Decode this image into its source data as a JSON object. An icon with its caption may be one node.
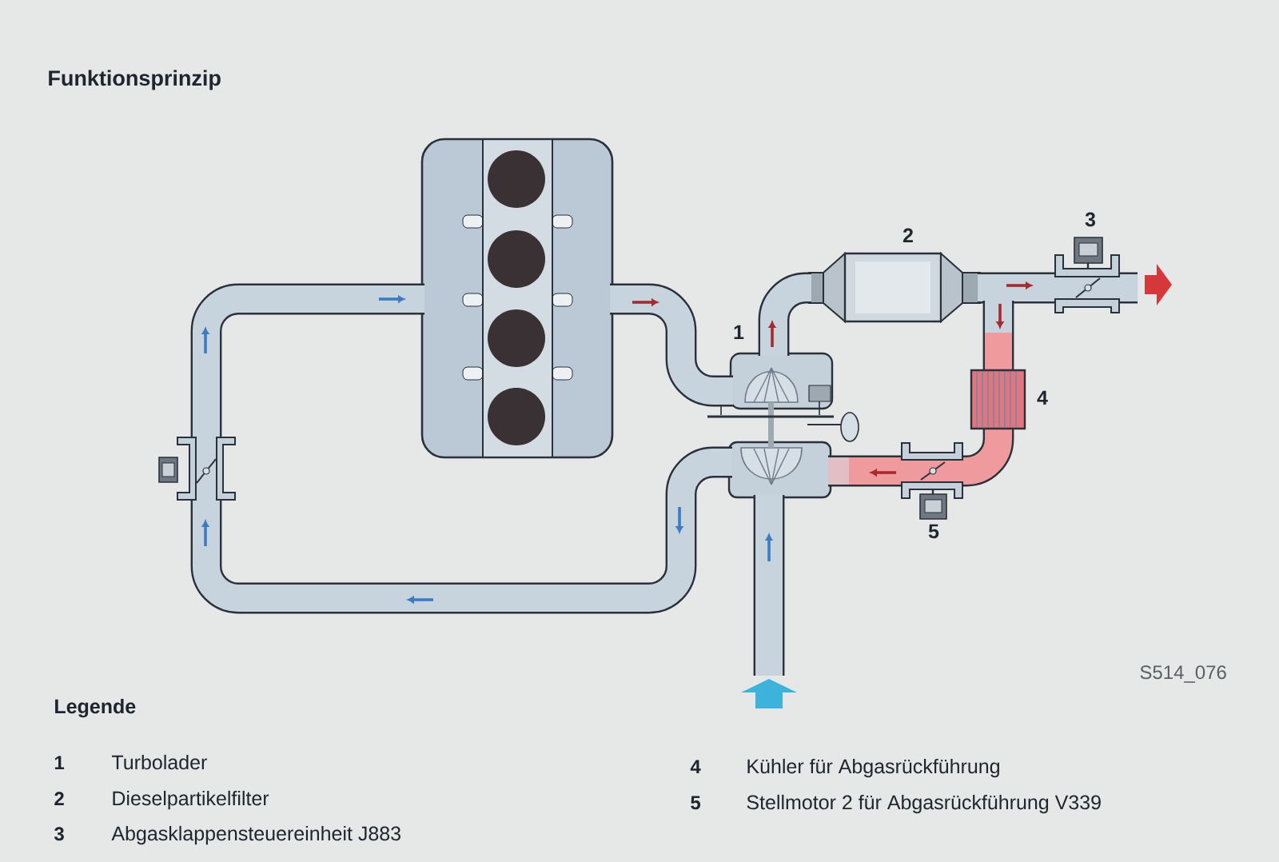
{
  "diagram": {
    "title": "Funktionsprinzip",
    "labels": [
      "3",
      "2",
      "1",
      "4",
      "5",
      "S514_076",
      "Legende",
      "1",
      "Turbolader",
      "2",
      "Dieselpartikelfilter",
      "3",
      "Abgasklappensteuereinheit J883",
      "4",
      "Kühler für Abgasrückführung",
      "5",
      "Stellmotor 2 für Abgasrückführung V339"
    ]
  }
}
